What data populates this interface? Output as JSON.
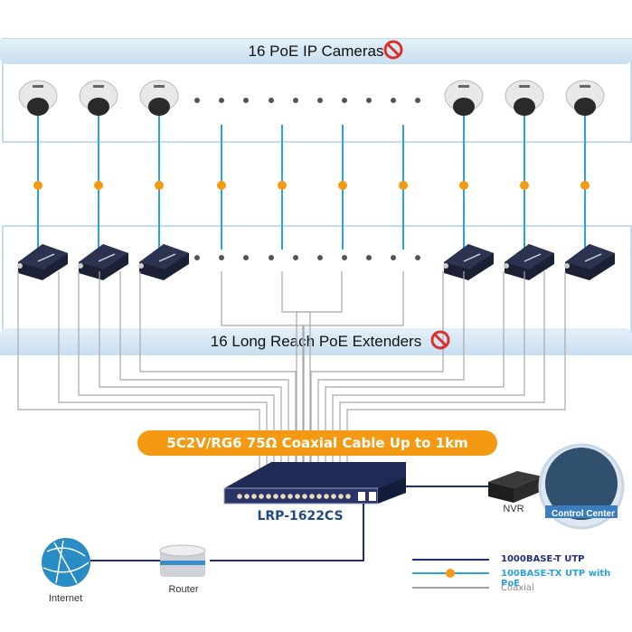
{
  "diagram": {
    "top_band": {
      "title": "16 PoE IP Cameras",
      "icon": "no-power-plug-icon"
    },
    "middle_band": {
      "title": "16 Long Reach PoE Extenders",
      "icon": "no-power-plug-icon"
    },
    "coax_banner": "5C2V/RG6 75Ω Coaxial Cable Up to 1km",
    "switch_model": "LRP-1622CS",
    "nodes": {
      "nvr": "NVR",
      "control_center": "Control Center",
      "router": "Router",
      "internet": "Internet"
    },
    "poe_badge": "PoE",
    "camera_count_shown": 6,
    "extender_count_shown": 6,
    "legend": [
      {
        "label": "1000BASE-T UTP",
        "color": "#1f2f7a",
        "style": "solid"
      },
      {
        "label": "100BASE-TX UTP with PoE",
        "color": "#29a3d9",
        "style": "solid-with-poe-badge"
      },
      {
        "label": "Coaxial",
        "color": "#9a9a9a",
        "style": "solid"
      }
    ],
    "colors": {
      "utp": "#1f2f7a",
      "poe": "#29a3d9",
      "coax": "#a8a8a8",
      "accent": "#f39a12",
      "model_text": "#1f4a8a"
    }
  }
}
